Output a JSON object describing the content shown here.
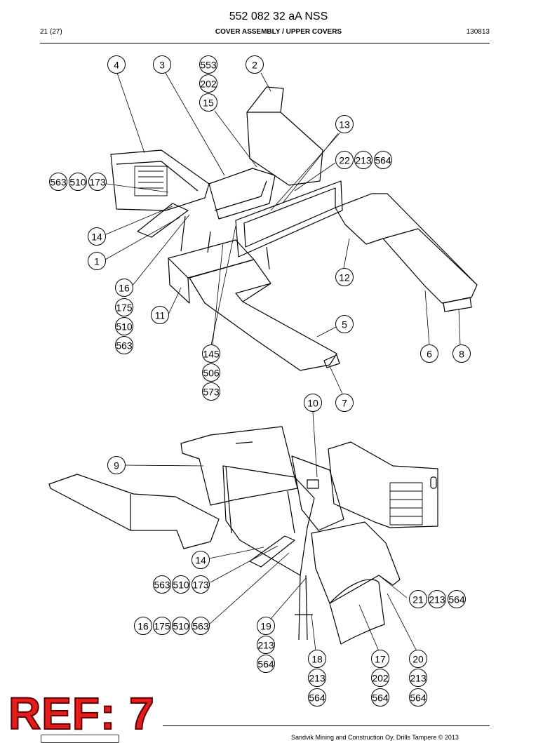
{
  "header": {
    "doc_number": "552 082 32 aA NSS",
    "page": "21 (27)",
    "section": "COVER ASSEMBLY / UPPER COVERS",
    "code": "130813"
  },
  "footer": {
    "text": "Sandvik Mining and Construction Oy, Drills Tampere © 2013"
  },
  "stamp": {
    "text": "REF: 7"
  },
  "callouts": [
    {
      "label": "4"
    },
    {
      "label": "3"
    },
    {
      "label": "553"
    },
    {
      "label": "202"
    },
    {
      "label": "15"
    },
    {
      "label": "2"
    },
    {
      "label": "13"
    },
    {
      "label": "22"
    },
    {
      "label": "213"
    },
    {
      "label": "564"
    },
    {
      "label": "563"
    },
    {
      "label": "510"
    },
    {
      "label": "173"
    },
    {
      "label": "14"
    },
    {
      "label": "1"
    },
    {
      "label": "16"
    },
    {
      "label": "175"
    },
    {
      "label": "510"
    },
    {
      "label": "563"
    },
    {
      "label": "11"
    },
    {
      "label": "12"
    },
    {
      "label": "5"
    },
    {
      "label": "145"
    },
    {
      "label": "506"
    },
    {
      "label": "573"
    },
    {
      "label": "6"
    },
    {
      "label": "8"
    },
    {
      "label": "10"
    },
    {
      "label": "7"
    },
    {
      "label": "9"
    },
    {
      "label": "14"
    },
    {
      "label": "563"
    },
    {
      "label": "510"
    },
    {
      "label": "173"
    },
    {
      "label": "16"
    },
    {
      "label": "175"
    },
    {
      "label": "510"
    },
    {
      "label": "563"
    },
    {
      "label": "19"
    },
    {
      "label": "213"
    },
    {
      "label": "564"
    },
    {
      "label": "18"
    },
    {
      "label": "213"
    },
    {
      "label": "564"
    },
    {
      "label": "17"
    },
    {
      "label": "202"
    },
    {
      "label": "564"
    },
    {
      "label": "21"
    },
    {
      "label": "213"
    },
    {
      "label": "564"
    },
    {
      "label": "20"
    },
    {
      "label": "213"
    },
    {
      "label": "564"
    }
  ]
}
